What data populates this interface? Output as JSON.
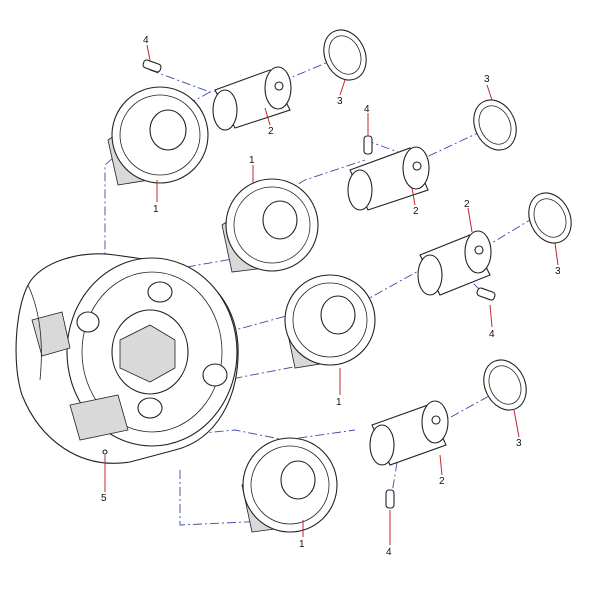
{
  "callouts": {
    "c1": "1",
    "c2": "1",
    "c3": "1",
    "c4": "1",
    "c5": "2",
    "c6": "2",
    "c7": "2",
    "c8": "2",
    "c9": "3",
    "c10": "3",
    "c11": "3",
    "c12": "3",
    "c13": "4",
    "c14": "4",
    "c15": "4",
    "c16": "4",
    "c17": "5"
  },
  "colors": {
    "line": "#222222",
    "axis_dash": "#3a4aa8",
    "leader": "#c0262f",
    "background": "#ffffff"
  },
  "parts": [
    {
      "label": "1",
      "kind": "planet-gear",
      "count": 4
    },
    {
      "label": "2",
      "kind": "planet-pin",
      "count": 4
    },
    {
      "label": "3",
      "kind": "thrust-washer",
      "count": 4
    },
    {
      "label": "4",
      "kind": "spring-pin",
      "count": 4
    },
    {
      "label": "5",
      "kind": "planet-carrier",
      "count": 1
    }
  ]
}
